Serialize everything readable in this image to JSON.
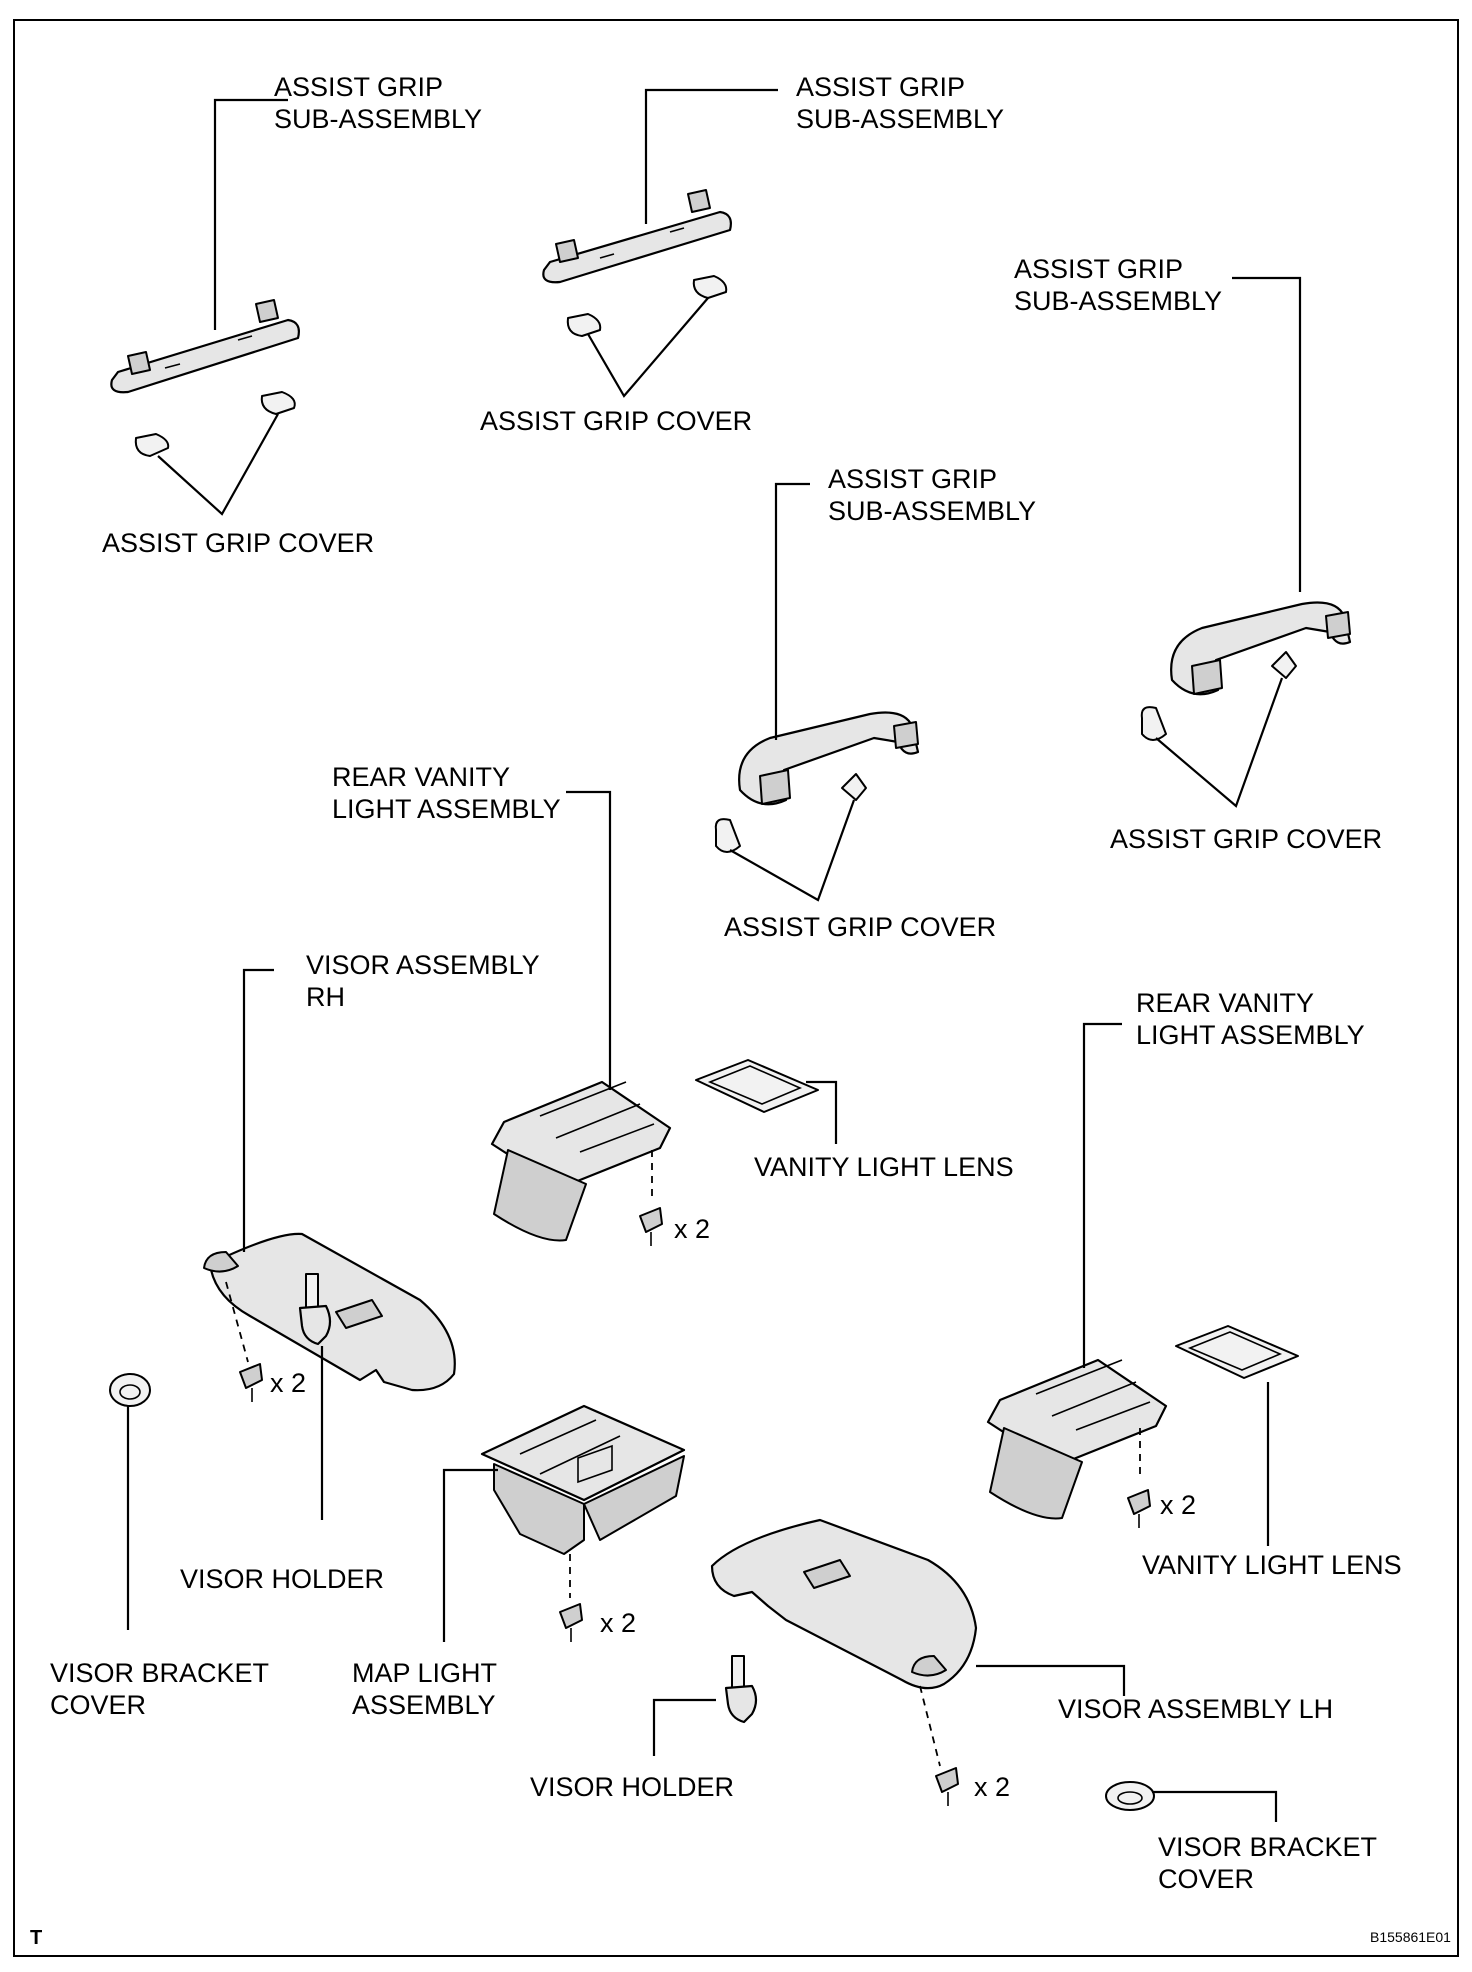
{
  "labels": {
    "grip1": [
      "ASSIST GRIP",
      "SUB-ASSEMBLY"
    ],
    "grip1_cover": "ASSIST GRIP COVER",
    "grip2": [
      "ASSIST GRIP",
      "SUB-ASSEMBLY"
    ],
    "grip2_cover": "ASSIST GRIP COVER",
    "grip3": [
      "ASSIST GRIP",
      "SUB-ASSEMBLY"
    ],
    "grip3_cover": "ASSIST GRIP COVER",
    "grip4": [
      "ASSIST GRIP",
      "SUB-ASSEMBLY"
    ],
    "grip4_cover": "ASSIST GRIP COVER",
    "rear_vanity_1": [
      "REAR VANITY",
      "LIGHT ASSEMBLY"
    ],
    "rear_vanity_2": [
      "REAR VANITY",
      "LIGHT ASSEMBLY"
    ],
    "visor_rh": [
      "VISOR ASSEMBLY",
      "RH"
    ],
    "vanity_lens_1": "VANITY LIGHT LENS",
    "vanity_lens_2": "VANITY LIGHT LENS",
    "qty": "x 2",
    "visor_holder_1": "VISOR HOLDER",
    "visor_holder_2": "VISOR HOLDER",
    "visor_bracket_cover_1": [
      "VISOR BRACKET",
      "COVER"
    ],
    "visor_bracket_cover_2": [
      "VISOR BRACKET",
      "COVER"
    ],
    "map_light": [
      "MAP LIGHT",
      "ASSEMBLY"
    ],
    "visor_lh": "VISOR ASSEMBLY LH",
    "corner_mark": "T",
    "figure_code": "B155861E01"
  }
}
